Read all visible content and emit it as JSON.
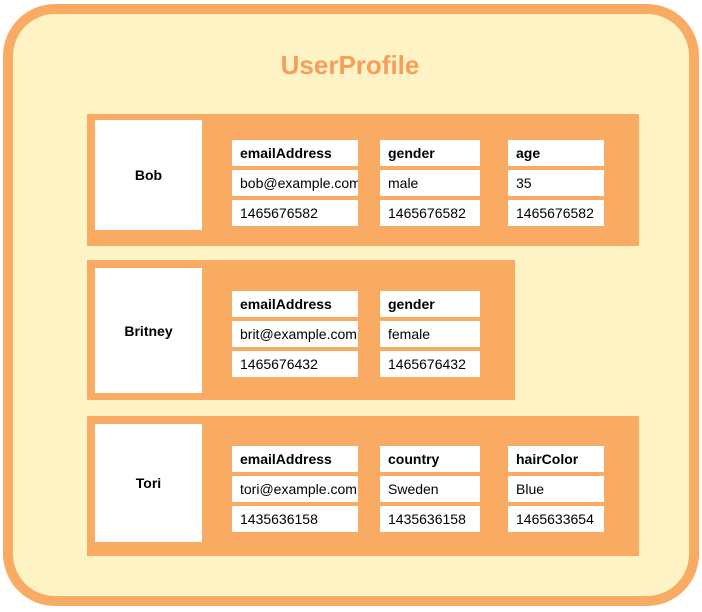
{
  "title": "UserProfile",
  "colors": {
    "panel_background": "#FDF3C5",
    "panel_border_orange": "#F9AB64",
    "row_background_orange": "#F9AB64",
    "title_orange": "#F99E5A",
    "cell_background": "#FFFFFF",
    "text": "#000000"
  },
  "rows": [
    {
      "name": "Bob",
      "columns": [
        {
          "header": "emailAddress",
          "value": "bob@example.com",
          "timestamp": "1465676582"
        },
        {
          "header": "gender",
          "value": "male",
          "timestamp": "1465676582"
        },
        {
          "header": "age",
          "value": "35",
          "timestamp": "1465676582"
        }
      ]
    },
    {
      "name": "Britney",
      "columns": [
        {
          "header": "emailAddress",
          "value": "brit@example.com",
          "timestamp": "1465676432"
        },
        {
          "header": "gender",
          "value": "female",
          "timestamp": "1465676432"
        }
      ]
    },
    {
      "name": "Tori",
      "columns": [
        {
          "header": "emailAddress",
          "value": "tori@example.com",
          "timestamp": "1435636158"
        },
        {
          "header": "country",
          "value": "Sweden",
          "timestamp": "1435636158"
        },
        {
          "header": "hairColor",
          "value": "Blue",
          "timestamp": "1465633654"
        }
      ]
    }
  ]
}
